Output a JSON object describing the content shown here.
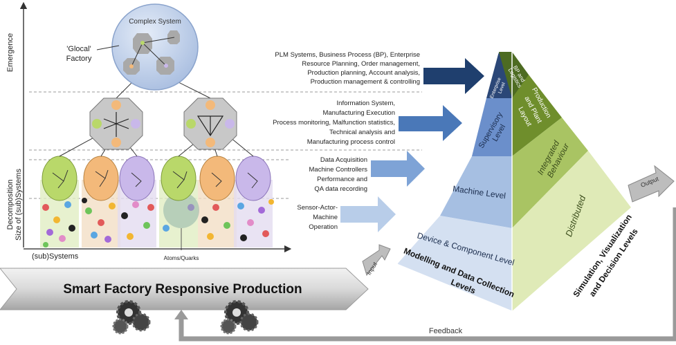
{
  "left": {
    "complex_system": "Complex System",
    "glocal_line1": "'Glocal'",
    "glocal_line2": "Factory",
    "axis_emergence": "Emergence",
    "axis_decomposition": "Decomposition",
    "axis_size": "Size of (sub)Systems",
    "x_label": "(sub)Systems",
    "atoms_label": "Atoms/Quarks"
  },
  "descriptions": [
    {
      "lines": [
        "PLM Systems, Business Process (BP), Enterprise",
        "Resource Planning, Order management,",
        "Production planning, Account analysis,",
        "Production management & controlling"
      ]
    },
    {
      "lines": [
        "Information System,",
        "Manufacturing Execution",
        "Process monitoring, Malfunction statistics,",
        "Technical analysis and",
        "Manufacturing process control"
      ]
    },
    {
      "lines": [
        "Data Acquisition",
        "Machine Controllers",
        "Performance and",
        "QA data recording"
      ]
    },
    {
      "lines": [
        "Sensor-Actor-",
        "Machine",
        "Operation"
      ]
    }
  ],
  "pyramid_left": {
    "enterprise_line1": "Enterprise",
    "enterprise_line2": "Level",
    "supervisory_line1": "Supervisory",
    "supervisory_line2": "Level",
    "machine": "Machine Level",
    "device": "Device & Component Level"
  },
  "pyramid_right": {
    "bp_line1": "BP and",
    "bp_line2": "Logistics",
    "production_line1": "Production",
    "production_line2": "and Plant",
    "production_line3": "Layout",
    "integrated_line1": "Integrated",
    "integrated_line2": "Behaviour",
    "distributed": "Distributed"
  },
  "labels": {
    "modelling_line1": "Modelling and Data Collection",
    "modelling_line2": "Levels",
    "simulation_line1": "Simulation, Visualization",
    "simulation_line2": "and Decision Levels",
    "input": "Input",
    "output": "Output",
    "feedback": "Feedback"
  },
  "banner": {
    "title": "Smart Factory Responsive Production"
  },
  "colors": {
    "arrow_dark": "#1f3f6e",
    "arrow_mid": "#4a78b8",
    "arrow_light": "#7ea3d6",
    "arrow_pale": "#b8cde9",
    "pyr_enterprise": "#2b4777",
    "pyr_supervisory": "#6b8fcb",
    "pyr_machine": "#a6bfe2",
    "pyr_device": "#d4e0f1",
    "pyr_bp": "#4d6b22",
    "pyr_production": "#6f8e2c",
    "pyr_integrated": "#a9c463",
    "pyr_distributed": "#dfeab7"
  }
}
